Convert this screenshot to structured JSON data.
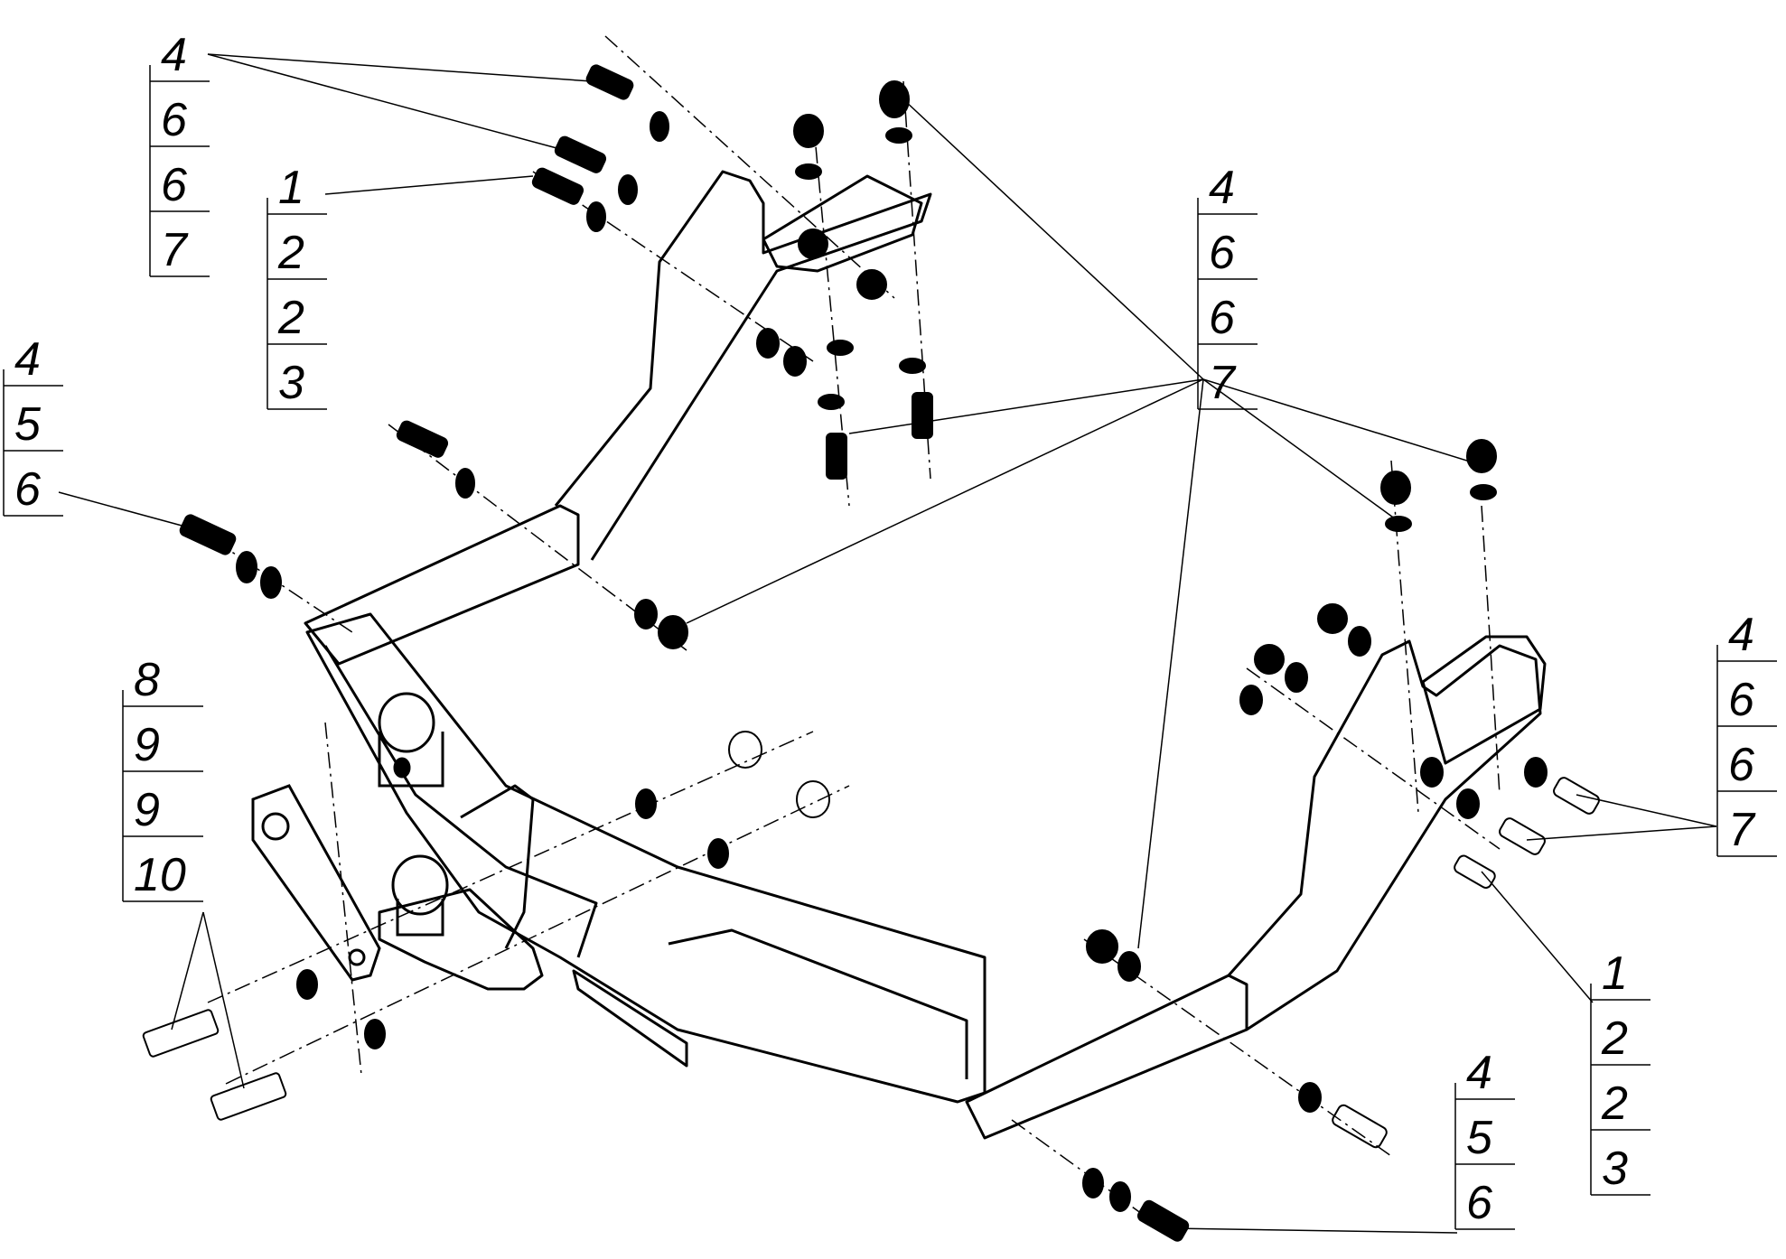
{
  "callouts": {
    "top_left_a": [
      "4",
      "6",
      "6",
      "7"
    ],
    "top_left_b": [
      "1",
      "2",
      "2",
      "3"
    ],
    "left": [
      "4",
      "5",
      "6"
    ],
    "left_bottom": [
      "8",
      "9",
      "9",
      "10"
    ],
    "center": [
      "4",
      "6",
      "6",
      "7"
    ],
    "right": [
      "4",
      "6",
      "6",
      "7"
    ],
    "bottom_right": [
      "1",
      "2",
      "2",
      "3"
    ],
    "bottom": [
      "4",
      "5",
      "6"
    ]
  },
  "colors": {
    "line": "#000000",
    "background": "#ffffff"
  }
}
